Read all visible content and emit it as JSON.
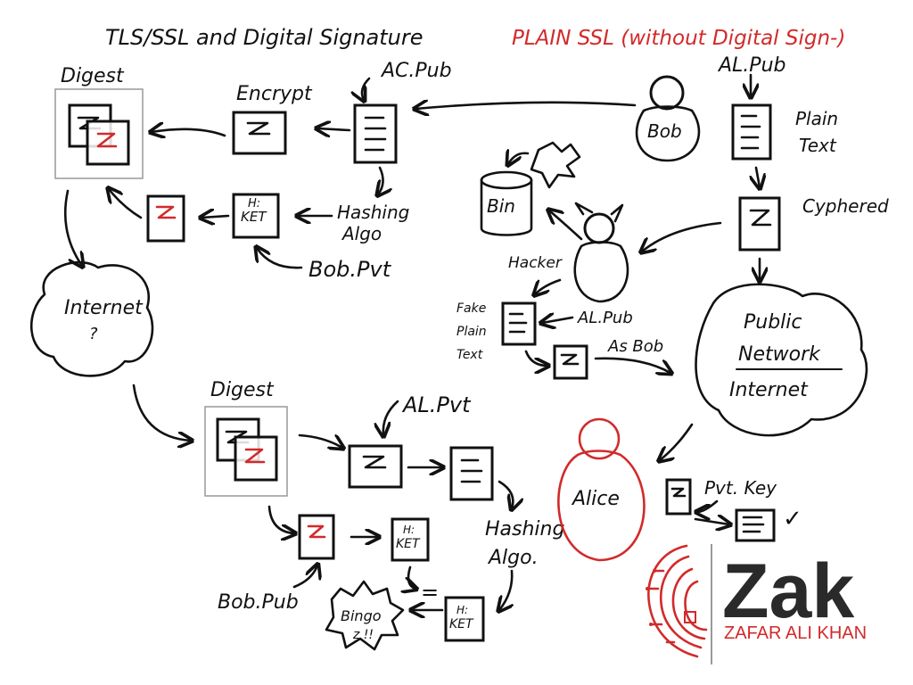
{
  "titles": {
    "left": "TLS/SSL and Digital Signature",
    "right": "PLAIN SSL (without Digital Sign-)"
  },
  "labels": {
    "digest_top": "Digest",
    "encrypt": "Encrypt",
    "ac_pub_top": "AC.Pub",
    "hashing_algo_top": "Hashing Algo",
    "bob_pvt": "Bob.Pvt",
    "ket_top": "H: KET",
    "internet_left": "Internet",
    "internet_left_sub": "?",
    "digest_bottom": "Digest",
    "al_pvt": "AL.Pvt",
    "bob_pub": "Bob.Pub",
    "ket_mid": "H: KET",
    "ket_bottom": "H: KET",
    "hashing_algo_bottom": "Hashing Algo.",
    "bingo": "Bingo",
    "bingo_sub": "z !!",
    "equals": "=",
    "bob": "Bob",
    "al_pub_right": "AL.Pub",
    "plain_text": "Plain Text",
    "cyphered": "Cyphered",
    "bin": "Bin",
    "hacker": "Hacker",
    "fake_plain_text": "Fake Plain Text",
    "al_pub_hacker": "AL.Pub",
    "as_bob": "As Bob",
    "public_network": "Public Network",
    "internet_right": "Internet",
    "alice": "Alice",
    "pvt_key": "Pvt. Key",
    "check": "✓"
  },
  "logo": {
    "name": "Zak",
    "subtitle": "ZAFAR ALI KHAN",
    "accent": "#d22a2a",
    "dark": "#2a2a2a"
  },
  "colors": {
    "ink": "#111111",
    "red": "#d22a2a",
    "box": "#999999"
  }
}
